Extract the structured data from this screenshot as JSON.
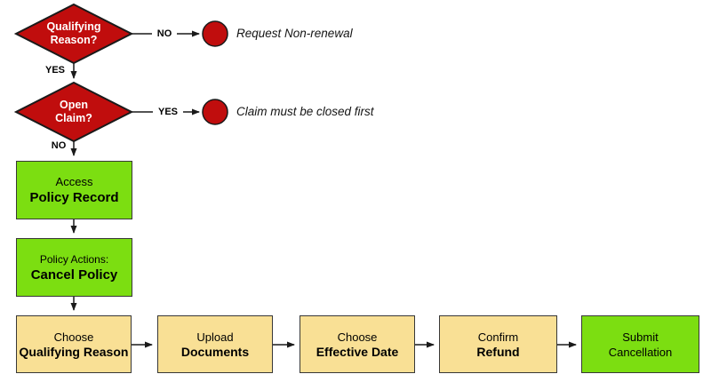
{
  "colors": {
    "decision_red": "#C00D0D",
    "process_green": "#7CDE11",
    "sequence_tan": "#F9E095",
    "connector_black": "#1A1A1A",
    "shape_border": "#1A1A1A",
    "diamond_text_white": "#FFFFFF",
    "text_black": "#000000"
  },
  "decision1": {
    "line1": "Qualifying",
    "line2": "Reason?",
    "branch_label": "NO",
    "annotation": "Request Non-renewal",
    "down_label": "YES"
  },
  "decision2": {
    "line1": "Open",
    "line2": "Claim?",
    "branch_label": "YES",
    "annotation": "Claim must be closed first",
    "down_label": "NO"
  },
  "process1": {
    "line1": "Access",
    "line2": "Policy Record"
  },
  "process2": {
    "line1": "Policy Actions:",
    "line2": "Cancel Policy"
  },
  "sequence": [
    {
      "line1": "Choose",
      "line2": "Qualifying Reason"
    },
    {
      "line1": "Upload",
      "line2": "Documents"
    },
    {
      "line1": "Choose",
      "line2": "Effective Date"
    },
    {
      "line1": "Confirm",
      "line2": "Refund"
    },
    {
      "line1": "Submit",
      "line2": "Cancellation"
    }
  ]
}
